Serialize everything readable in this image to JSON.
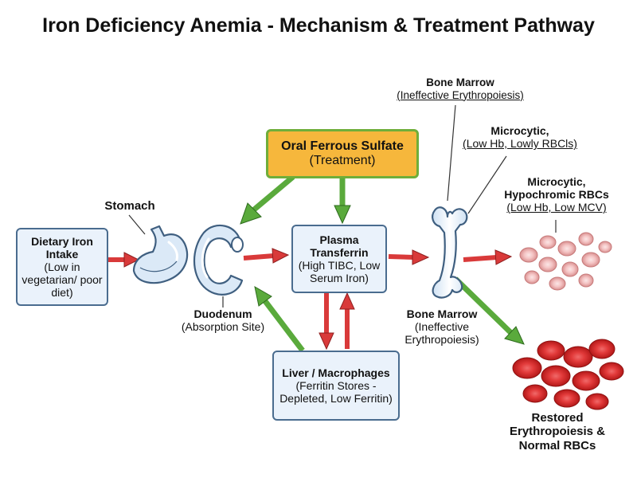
{
  "title": "Iron Deficiency Anemia - Mechanism & Treatment Pathway",
  "nodes": {
    "dietary": {
      "title": "Dietary Iron Intake",
      "sub": "(Low in vegetarian/ poor diet)"
    },
    "stomach": {
      "title": "Stomach"
    },
    "duodenum": {
      "title": "Duodenum",
      "sub": "(Absorption Site)"
    },
    "treatment": {
      "title": "Oral Ferrous Sulfate",
      "sub": "(Treatment)"
    },
    "plasma": {
      "title": "Plasma Transferrin",
      "sub": "(High TIBC, Low Serum Iron)"
    },
    "liver": {
      "title": "Liver / Macrophages",
      "sub": "(Ferritin Stores - Depleted, Low Ferritin)"
    },
    "bone_marrow_top": {
      "title": "Bone Marrow",
      "sub": "(Ineffective Erythropoiesis)"
    },
    "bone_marrow_mid": {
      "title": "Bone Marrow",
      "sub": "(Ineffective Erythropoiesis)"
    },
    "microcytic_top": {
      "title": "Microcytic,",
      "sub": "(Low Hb, Lowly RBCls)"
    },
    "microcytic_hypo": {
      "title": "Microcytic, Hypochromic RBCs",
      "sub": "(Low Hb, Low MCV)"
    },
    "restored": {
      "title": "Restored Erythropoiesis & Normal RBCs"
    }
  },
  "colors": {
    "arrow_red": "#d93a3a",
    "arrow_green": "#5aaa3c",
    "box_fill": "#eaf2fb",
    "box_border": "#4a6c8f",
    "treatment_fill": "#f6b73c",
    "organ_fill": "#dbe9f7",
    "organ_stroke": "#3f5f80",
    "rbc_pale": "#f3c2c2",
    "rbc_red": "#d42a2a"
  },
  "icons": [
    "stomach-icon",
    "duodenum-icon",
    "bone-icon",
    "pale-rbc-cluster-icon",
    "red-rbc-cluster-icon"
  ]
}
